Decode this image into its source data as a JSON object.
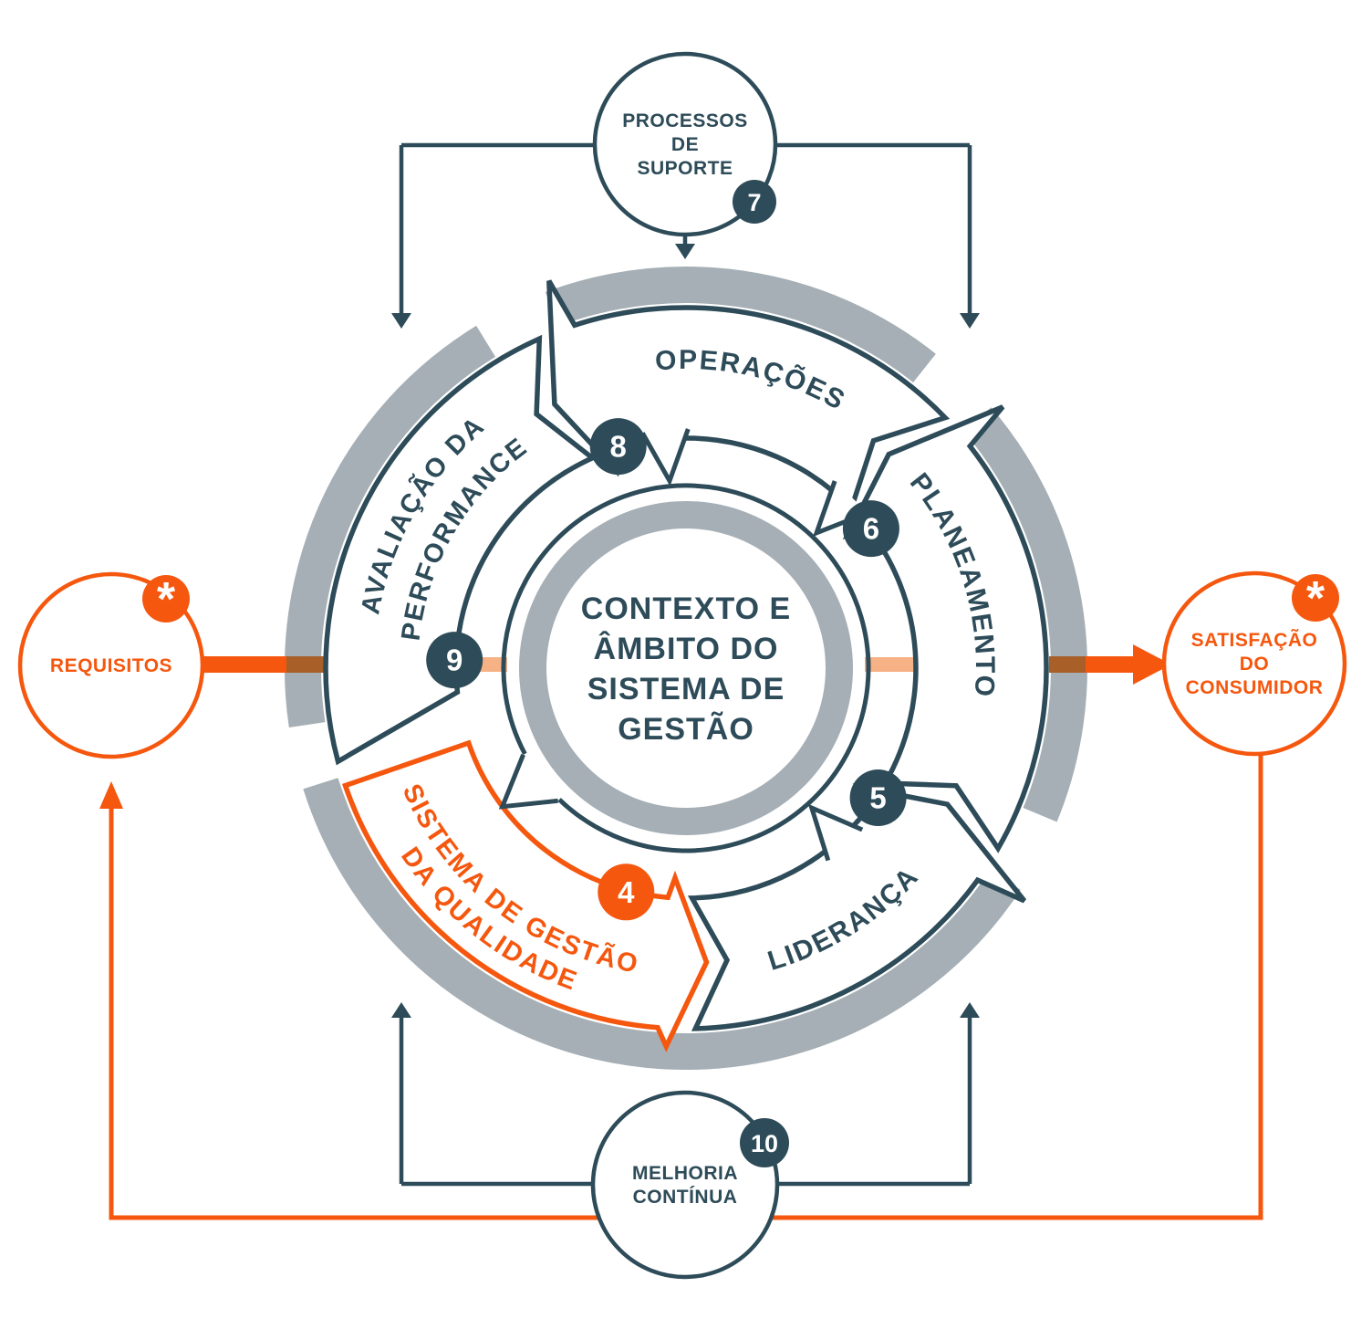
{
  "colors": {
    "dark": "#2D4B58",
    "gray": "#A5AFB5",
    "orange": "#F5570E",
    "peach": "#F6B185",
    "orange_on_gray": "#A85F28",
    "white": "#FFFFFF"
  },
  "center_circle": {
    "lines": [
      "CONTEXTO E",
      "ÂMBITO DO",
      "SISTEMA DE",
      "GESTÃO"
    ]
  },
  "ring_segments": [
    {
      "id": "sgq",
      "lines": [
        "SISTEMA DE GESTÃO",
        "DA QUALIDADE"
      ],
      "badge": "4",
      "accent": "orange"
    },
    {
      "id": "lideranca",
      "lines": [
        "LIDERANÇA"
      ],
      "badge": "5",
      "accent": "dark"
    },
    {
      "id": "planeamento",
      "lines": [
        "PLANEAMENTO"
      ],
      "badge": "6",
      "accent": "dark"
    },
    {
      "id": "operacoes",
      "lines": [
        "OPERAÇÕES"
      ],
      "badge": "8",
      "accent": "dark"
    },
    {
      "id": "avaliacao",
      "lines": [
        "AVALIAÇÃO DA",
        "PERFORMANCE"
      ],
      "badge": "9",
      "accent": "dark"
    }
  ],
  "outer_nodes": [
    {
      "id": "processos-suporte",
      "lines": [
        "PROCESSOS",
        "DE",
        "SUPORTE"
      ],
      "badge": "7",
      "accent": "dark"
    },
    {
      "id": "melhoria-continua",
      "lines": [
        "MELHORIA",
        "CONTÍNUA"
      ],
      "badge": "10",
      "accent": "dark"
    },
    {
      "id": "requisitos",
      "lines": [
        "REQUISITOS"
      ],
      "badge": "*",
      "accent": "orange"
    },
    {
      "id": "satisfacao-consumidor",
      "lines": [
        "SATISFAÇÃO",
        "DO",
        "CONSUMIDOR"
      ],
      "badge": "*",
      "accent": "orange"
    }
  ]
}
